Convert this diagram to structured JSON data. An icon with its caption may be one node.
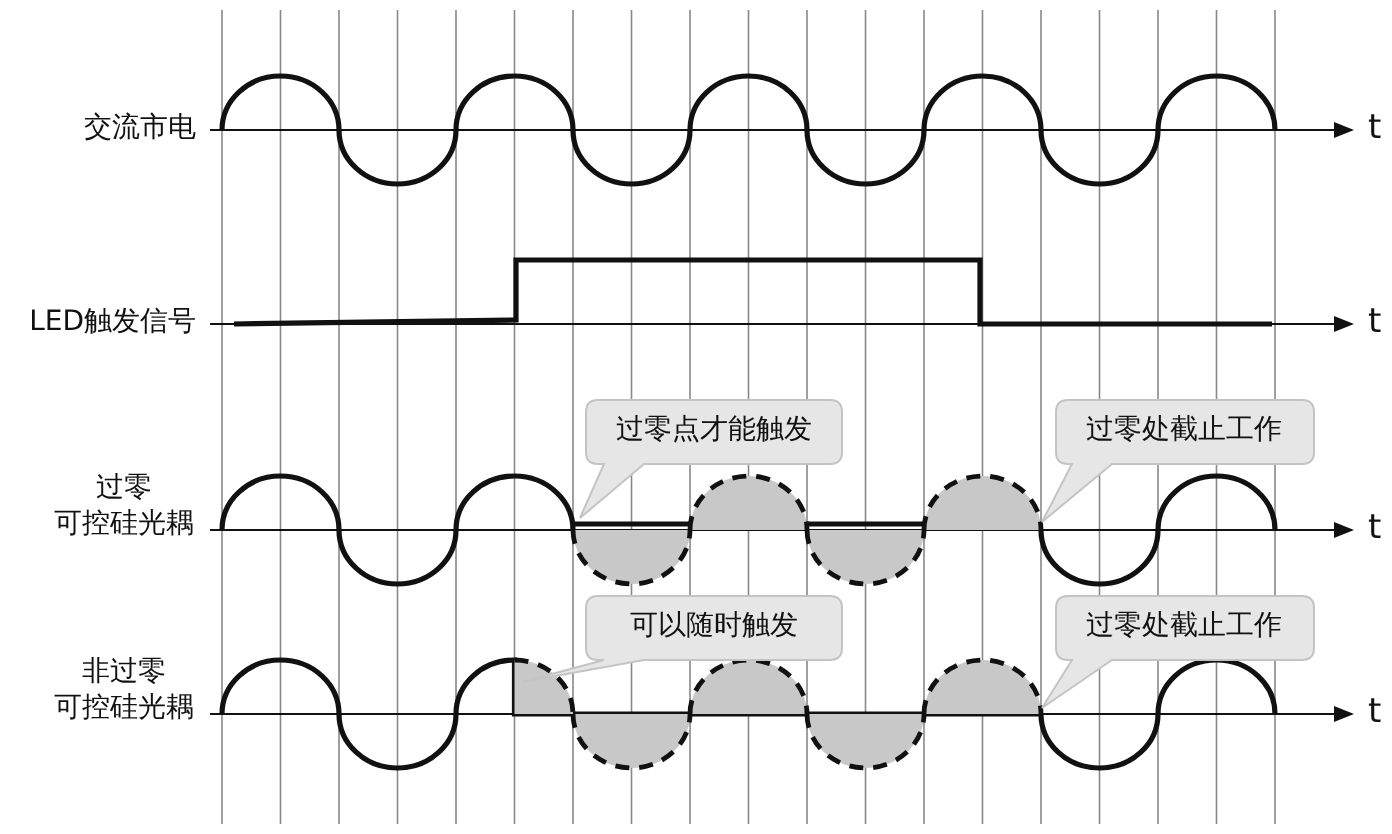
{
  "diagram": {
    "labels": [
      "交流市电",
      "t",
      "LED触发信号",
      "t",
      "过零点才能触发",
      "过零处截止工作",
      "过零",
      "可控硅光耦",
      "t",
      "可以随时触发",
      "过零处截止工作",
      "非过零",
      "可控硅光耦",
      "t"
    ]
  }
}
